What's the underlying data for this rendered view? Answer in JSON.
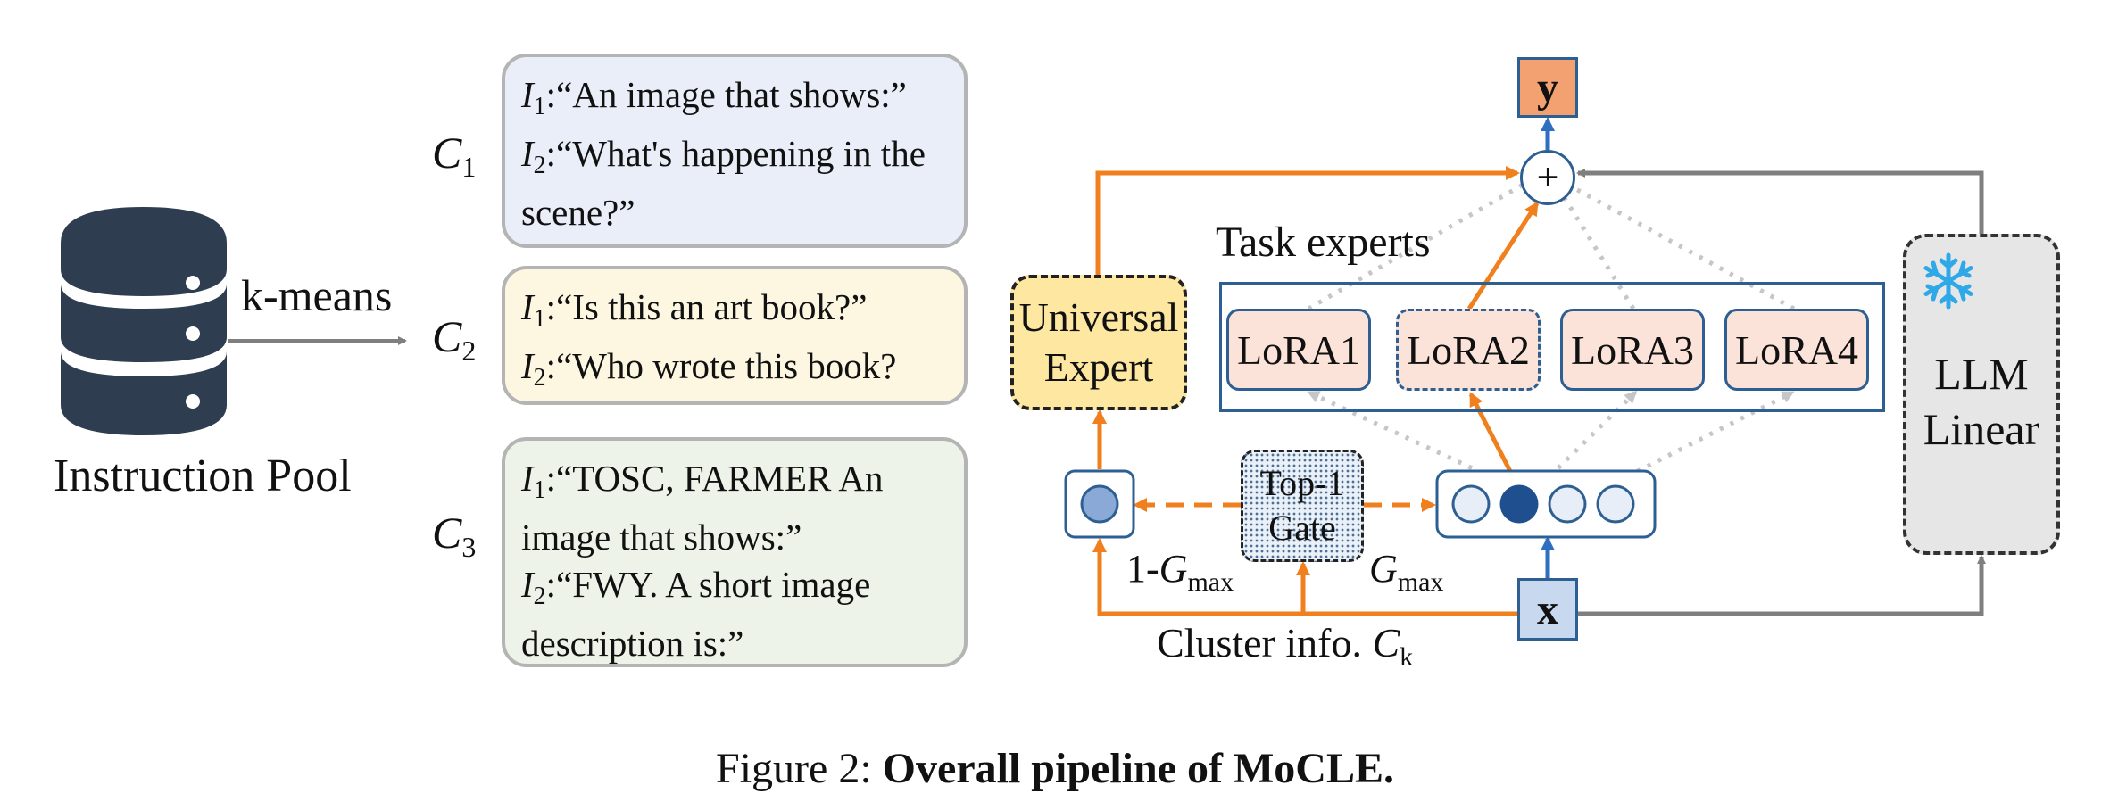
{
  "left": {
    "kmeans": "k-means",
    "pool_label": "Instruction Pool"
  },
  "clusters": [
    {
      "label": "C",
      "label_sub": "1",
      "lines": [
        {
          "var": "I",
          "sub": "1",
          "text": ":“An image that shows:”"
        },
        {
          "var": "I",
          "sub": "2",
          "text": ":“What's happening in the scene?”"
        }
      ]
    },
    {
      "label": "C",
      "label_sub": "2",
      "lines": [
        {
          "var": "I",
          "sub": "1",
          "text": ":“Is this an art book?”"
        },
        {
          "var": "I",
          "sub": "2",
          "text": ":“Who wrote this book?"
        }
      ]
    },
    {
      "label": "C",
      "label_sub": "3",
      "lines": [
        {
          "var": "I",
          "sub": "1",
          "text": ":“TOSC, FARMER An image that shows:”"
        },
        {
          "var": "I",
          "sub": "2",
          "text": ":“FWY. A short image description is:”"
        }
      ]
    }
  ],
  "diagram": {
    "task_experts": "Task experts",
    "loras": [
      "LoRA1",
      "LoRA2",
      "LoRA3",
      "LoRA4"
    ],
    "universal_expert": [
      "Universal",
      "Expert"
    ],
    "llm_linear": [
      "LLM",
      "Linear"
    ],
    "output": "y",
    "input": "x",
    "plus": "+",
    "gate": [
      "Top-1",
      "Gate"
    ],
    "one_minus_gmax": {
      "prefix": "1-",
      "var": "G",
      "sub": "max"
    },
    "gmax": {
      "var": "G",
      "sub": "max"
    },
    "cluster_info": {
      "text": "Cluster info. ",
      "var": "C",
      "sub": "k"
    }
  },
  "caption": {
    "prefix": "Figure 2: ",
    "bold": "Overall pipeline of MoCLE."
  },
  "colors": {
    "orange": "#f07f1e",
    "blue": "#2e5f93",
    "gray_arrow": "#7f7f7f",
    "dotted": "#c6c6c6"
  }
}
